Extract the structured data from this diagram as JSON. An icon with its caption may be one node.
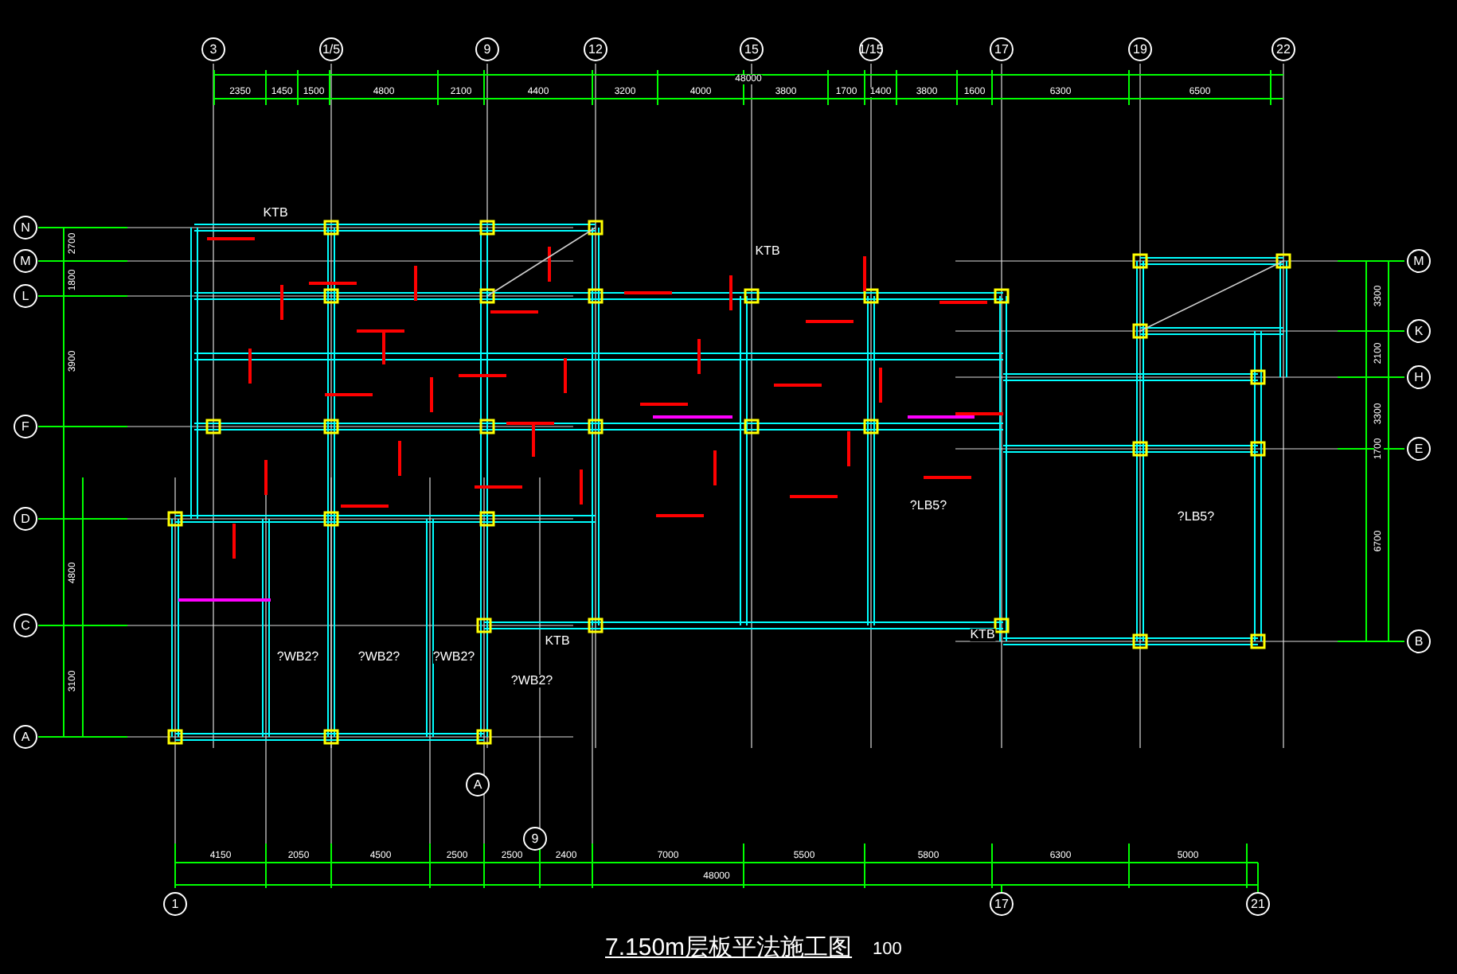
{
  "diagram": {
    "title": "7.150m层板平法施工图",
    "labels": [
      "3",
      "1/5",
      "9",
      "12",
      "15",
      "1/15",
      "17",
      "19",
      "22",
      "N",
      "M",
      "L",
      "F",
      "D",
      "C",
      "A",
      "M",
      "K",
      "H",
      "E",
      "B",
      "48000",
      "2350",
      "1450",
      "1500",
      "4800",
      "2100",
      "4400",
      "3200",
      "4000",
      "3800",
      "1700",
      "1400",
      "3800",
      "1600",
      "6300",
      "6500",
      "2700",
      "1800",
      "3900",
      "4800",
      "3100",
      "3300",
      "2100",
      "3300",
      "1700",
      "6700",
      "KTB",
      "KTB",
      "KTB",
      "KTB",
      "?LB5?",
      "?LB5?",
      "?WB2?",
      "?WB2?",
      "?WB2?",
      "?WB2?",
      "4150",
      "2050",
      "4500",
      "2500",
      "2500",
      "2400",
      "7000",
      "5500",
      "5800",
      "6300",
      "5000",
      "48000",
      "1",
      "17",
      "21",
      "A",
      "9",
      "100"
    ]
  }
}
